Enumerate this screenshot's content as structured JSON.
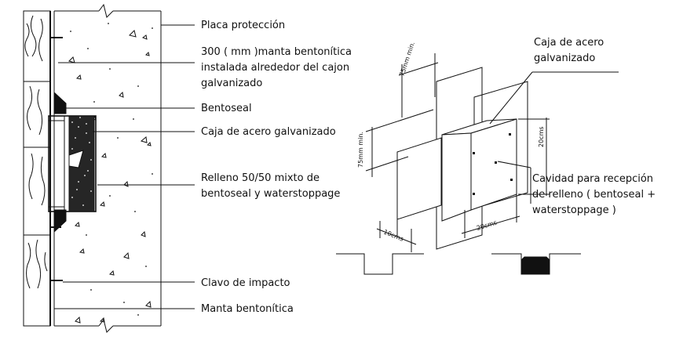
{
  "section_labels": {
    "placa": "Placa protección",
    "manta_300_l1": "300 ( mm )manta bentonítica",
    "manta_300_l2": "instalada alrededor  del cajon",
    "manta_300_l3": "galvanizado",
    "bentoseal": "Bentoseal",
    "caja": "Caja de acero galvanizado",
    "relleno_l1": "Relleno 50/50 mixto de",
    "relleno_l2": "bentoseal y waterstoppage",
    "clavo": "Clavo de impacto",
    "manta": "Manta bentonítica"
  },
  "iso_labels": {
    "caja_l1": "Caja de acero",
    "caja_l2": "galvanizado",
    "cavidad_l1": "Cavidad para recepción",
    "cavidad_l2": "de relleno (  bentoseal +",
    "cavidad_l3": "waterstoppage )"
  },
  "dimensions": {
    "top_75": "75mm min.",
    "left_75": "75mm min.",
    "height_20": "20cms",
    "width_20": "20cms",
    "depth_10": "10cms"
  }
}
